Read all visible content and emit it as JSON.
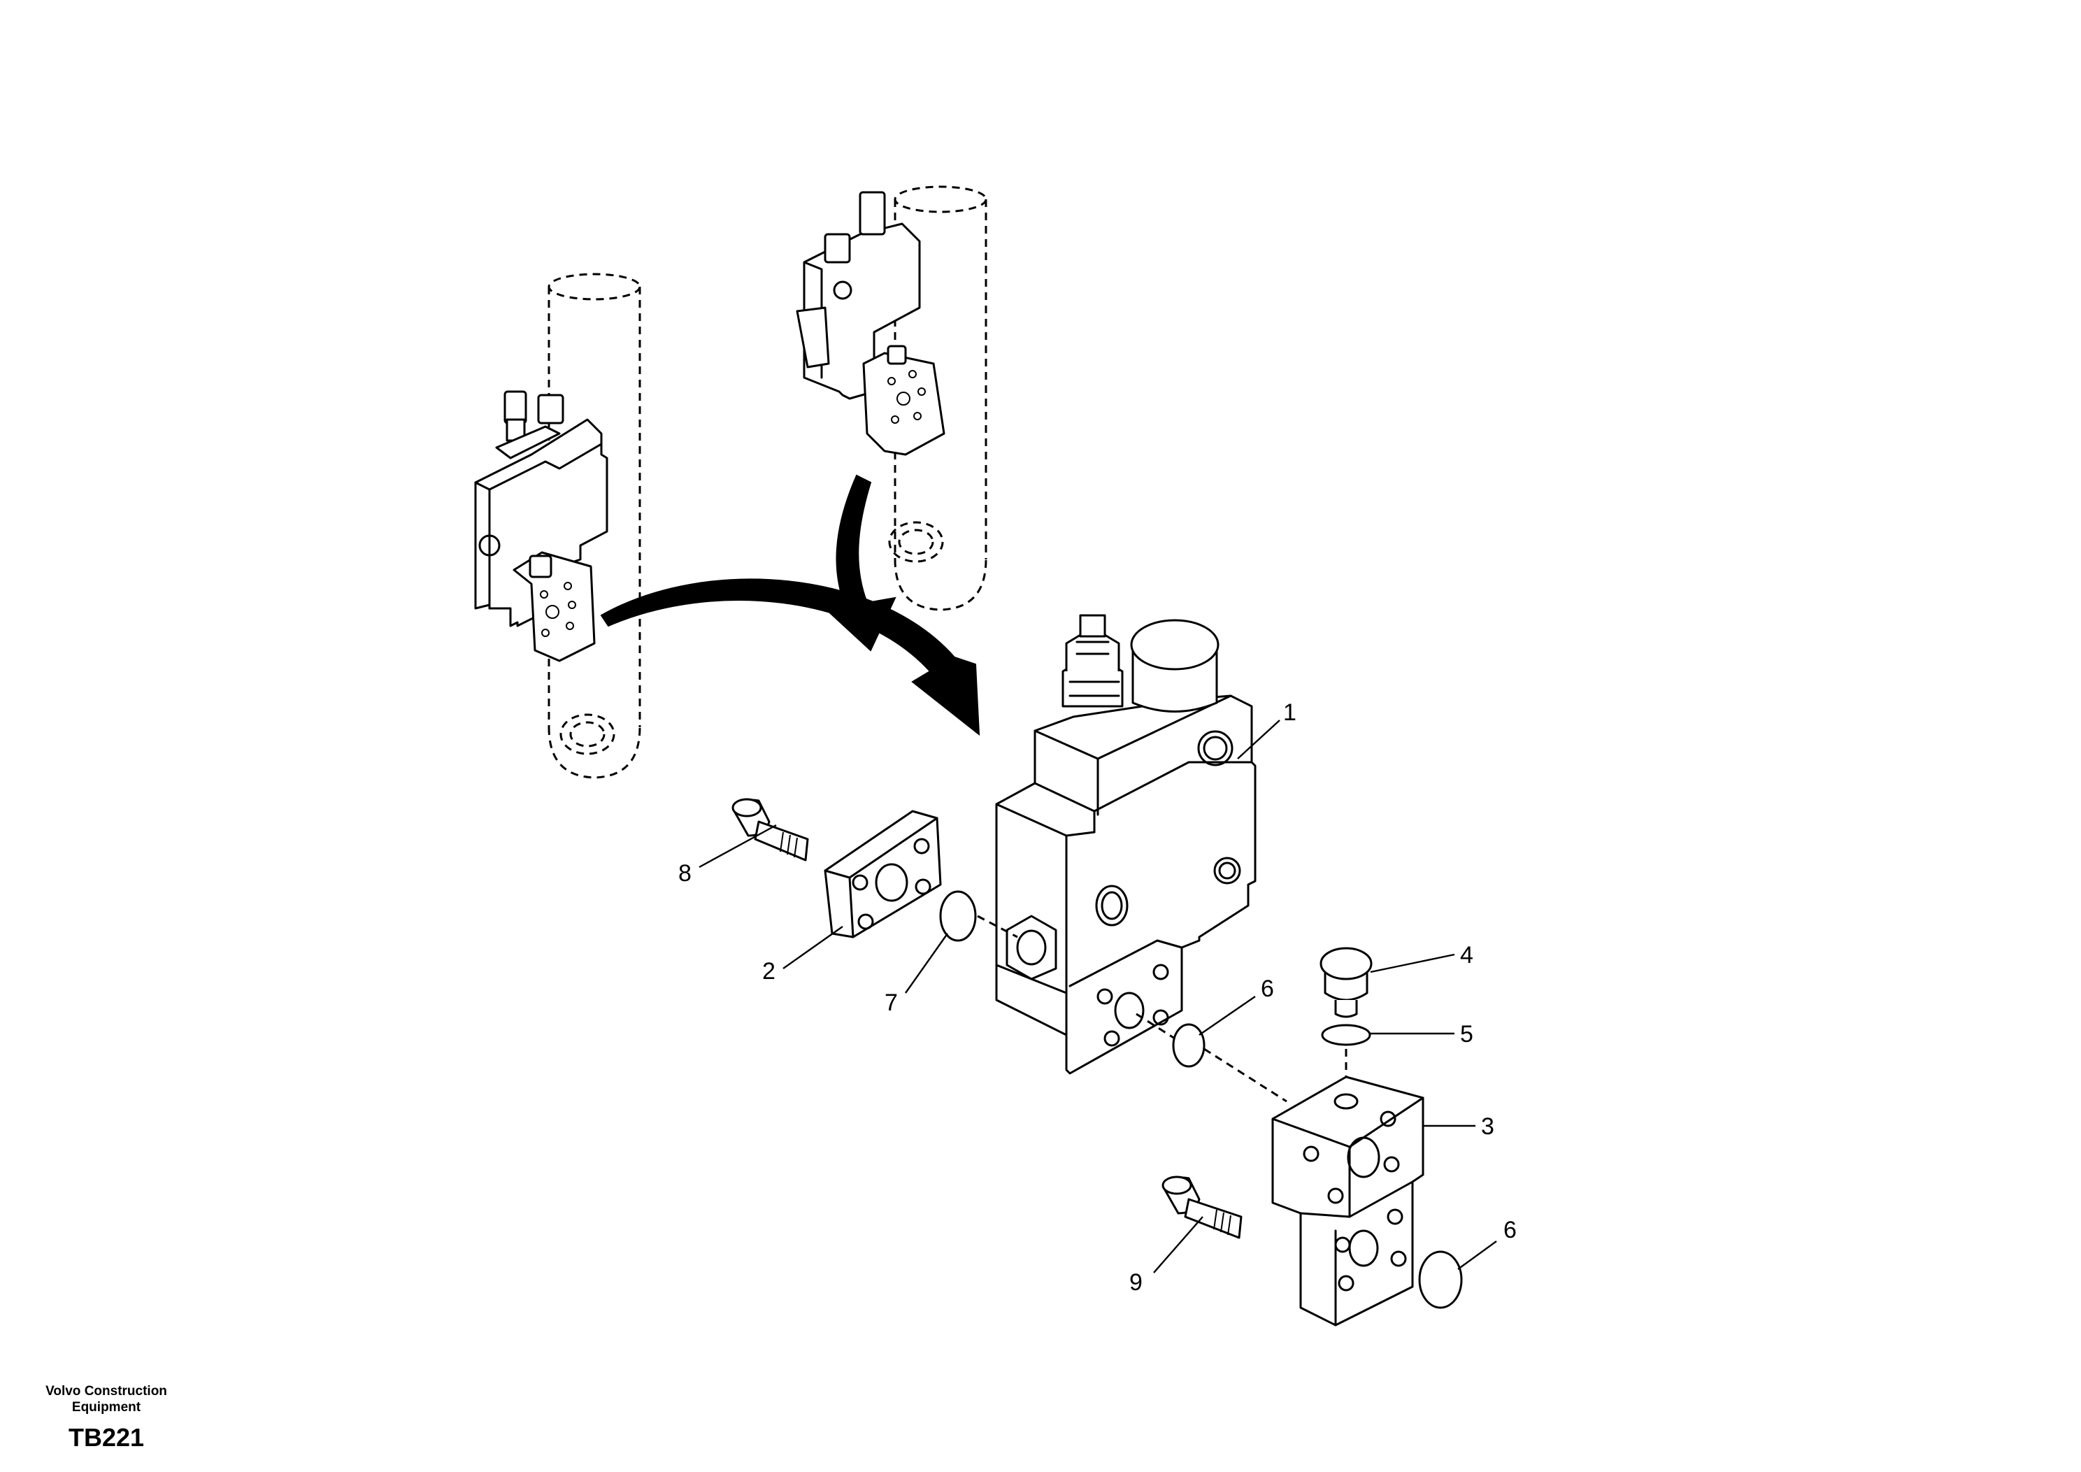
{
  "callouts": [
    "1",
    "2",
    "3",
    "4",
    "5",
    "6",
    "6",
    "7",
    "8",
    "9"
  ],
  "footer": {
    "brand_line1": "Volvo Construction",
    "brand_line2": "Equipment",
    "code": "TB221"
  }
}
